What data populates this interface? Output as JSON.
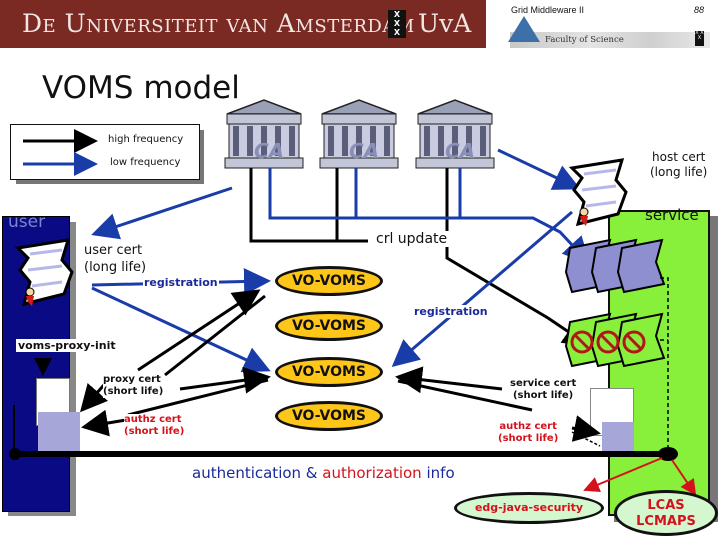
{
  "header": {
    "university": "De Universiteit van Amsterdam",
    "university_short": "UvA",
    "course": "Grid Middleware II",
    "page_number": "88",
    "faculty": "Faculty of Science"
  },
  "slide": {
    "title": "VOMS model"
  },
  "legend": {
    "items": [
      {
        "label": "high frequency",
        "color": "#000000"
      },
      {
        "label": "low frequency",
        "color": "#1a3ca8"
      }
    ]
  },
  "nodes": {
    "ca_label": "CA",
    "ca_count": 3,
    "user": "user",
    "service": "service",
    "vo_voms": [
      "VO-VOMS",
      "VO-VOMS",
      "VO-VOMS",
      "VO-VOMS"
    ],
    "edg_java_security": "edg-java-security",
    "lcas": "LCAS",
    "lcmaps": "LCMAPS"
  },
  "labels": {
    "host_cert": [
      "host cert",
      "(long life)"
    ],
    "user_cert": [
      "user cert",
      "(long life)"
    ],
    "registration_user": "registration",
    "registration_service": "registration",
    "crl_update": "crl update",
    "voms_proxy_init": "voms-proxy-init",
    "proxy_cert": [
      "proxy cert",
      "(short life)"
    ],
    "authz_cert_user": [
      "authz cert",
      "(short life)"
    ],
    "service_cert": [
      "service cert",
      "(short life)"
    ],
    "authz_cert_service": [
      "authz cert",
      "(short life)"
    ],
    "footer_authentication": "authentication &",
    "footer_authorization": "authorization",
    "footer_info": "info"
  },
  "colors": {
    "banner": "#7b2a23",
    "high_frequency": "#000000",
    "low_frequency": "#1a3ca8",
    "vo_voms_fill": "#ffc61a",
    "service_fill": "#88f03a",
    "user_fill": "#0a0a84",
    "authz_text": "#d4121b",
    "oval_fill": "#d5f7cf"
  }
}
